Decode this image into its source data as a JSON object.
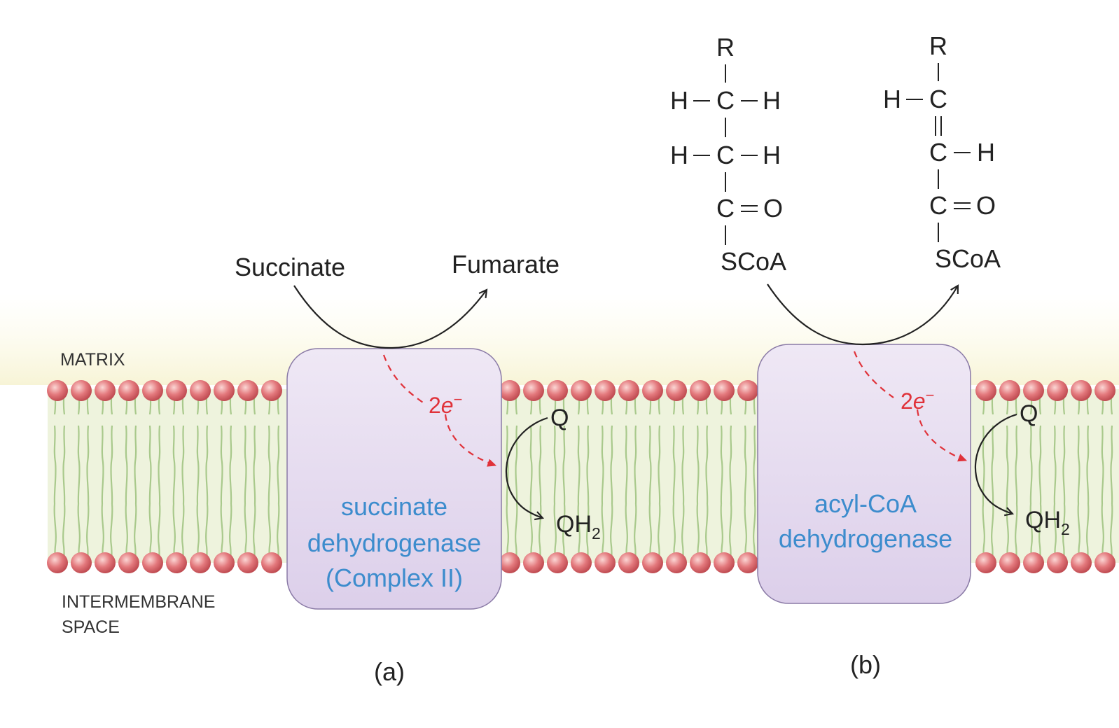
{
  "compartments": {
    "matrix": "MATRIX",
    "intermembrane_line1": "INTERMEMBRANE",
    "intermembrane_line2": "SPACE"
  },
  "panel_a": {
    "substrate": "Succinate",
    "product": "Fumarate",
    "enzyme_line1": "succinate",
    "enzyme_line2": "dehydrogenase",
    "enzyme_line3": "(Complex II)",
    "electrons": "2e",
    "electrons_coef": "2",
    "electrons_symbol": "e",
    "electrons_charge": "−",
    "quinone": "Q",
    "quinol": "QH",
    "quinol_subscript": "2",
    "panel_label": "(a)"
  },
  "panel_b": {
    "substrate_structure": {
      "r_group": "R",
      "row1": [
        "H",
        "C",
        "H"
      ],
      "row2": [
        "H",
        "C",
        "H"
      ],
      "carbonyl": [
        "C",
        "O"
      ],
      "thioester": "SCoA"
    },
    "product_structure": {
      "r_group": "R",
      "row1": [
        "H",
        "C"
      ],
      "row2": [
        "C",
        "H"
      ],
      "carbonyl": [
        "C",
        "O"
      ],
      "thioester": "SCoA"
    },
    "enzyme_line1": "acyl-CoA",
    "enzyme_line2": "dehydrogenase",
    "electrons_coef": "2",
    "electrons_symbol": "e",
    "electrons_charge": "−",
    "quinone": "Q",
    "quinol": "QH",
    "quinol_subscript": "2",
    "panel_label": "(b)"
  },
  "colors": {
    "enzyme_fill": "#e5dbef",
    "enzyme_text": "#3c8ccd",
    "electron_arrow": "#e0323a",
    "lipid_head": "#e3787c",
    "lipid_tail": "#a9c98c",
    "membrane_band": "#eef3dd"
  }
}
